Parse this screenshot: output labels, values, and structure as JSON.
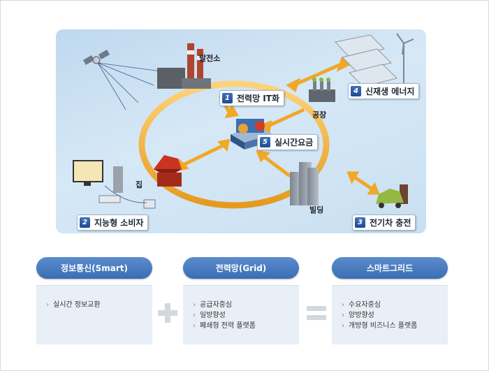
{
  "diagram": {
    "labels": {
      "power_plant": "발전소",
      "factory": "공장",
      "home": "집",
      "building": "빌딩"
    },
    "boxes": [
      {
        "num": "1",
        "text": "전력망 IT화"
      },
      {
        "num": "4",
        "text": "신재생 에너지"
      },
      {
        "num": "5",
        "text": "실시간요금"
      },
      {
        "num": "2",
        "text": "지능형 소비자"
      },
      {
        "num": "3",
        "text": "전기차 충전"
      }
    ]
  },
  "columns": [
    {
      "title": "정보통신(Smart)",
      "items": [
        "실시간 정보교환"
      ]
    },
    {
      "title": "전력망(Grid)",
      "items": [
        "공급자중심",
        "일방향성",
        "폐쇄형 전력 플랫폼"
      ]
    },
    {
      "title": "스마트그리드",
      "items": [
        "수요자중심",
        "양방향성",
        "개방형 비즈니스 플랫폼"
      ]
    }
  ],
  "operators": {
    "plus": "plus-sign",
    "equals": "equals-sign"
  },
  "colors": {
    "pill": "#4a7dc0",
    "panel": "#e9eff6",
    "ring": "#f2b33d",
    "operator": "#d3d8de"
  }
}
